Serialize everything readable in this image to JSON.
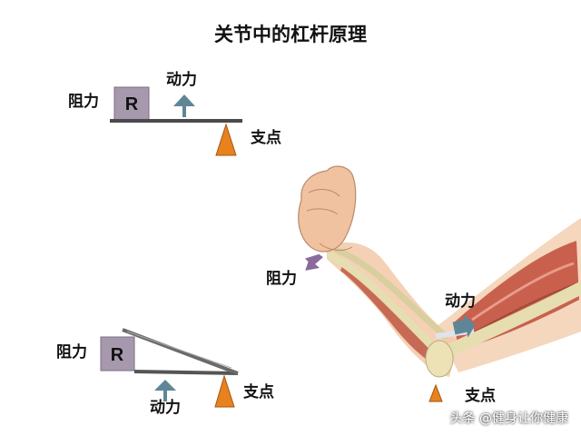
{
  "title": "关节中的杠杆原理",
  "diagram1": {
    "resistance_label": "阻力",
    "effort_label": "动力",
    "fulcrum_label": "支点",
    "box_letter": "R"
  },
  "diagram2": {
    "resistance_label": "阻力",
    "effort_label": "动力",
    "fulcrum_label": "支点",
    "box_letter": "R"
  },
  "arm": {
    "resistance_label": "阻力",
    "effort_label": "动力",
    "fulcrum_label": "支点"
  },
  "watermark": "头条 @健身让你健康",
  "colors": {
    "box": "#a799ad",
    "effort_arrow": "#5f8697",
    "fulcrum": "#e8821e",
    "beam": "#4a4a4a",
    "resistance_arrow_arm": "#8a6a9a",
    "bone": "#e6ddb0",
    "muscle": "#c9604e",
    "skin": "#f2c9a8"
  }
}
